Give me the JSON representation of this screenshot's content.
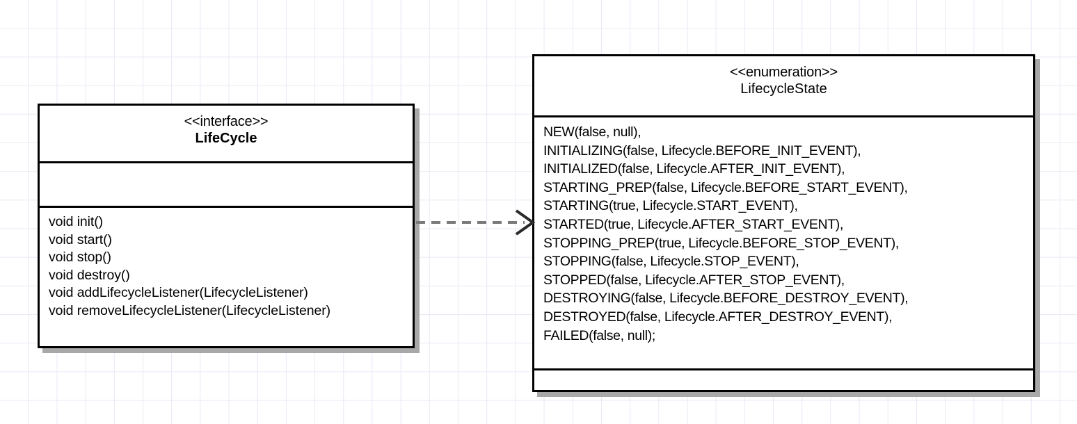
{
  "diagram": {
    "title": "LifeCycle / LifecycleState UML class diagram",
    "background": "#ffffff",
    "grid_color": "#e9e9f7",
    "border_color": "#000000",
    "shadow_color": "#a8a8a8",
    "connector_color": "#7a7a7a"
  },
  "interface_class": {
    "stereotype": "<<interface>>",
    "name": "LifeCycle",
    "attributes": [],
    "operations": [
      "void init()",
      "void start()",
      "void stop()",
      "void destroy()",
      "void addLifecycleListener(LifecycleListener)",
      "void removeLifecycleListener(LifecycleListener)"
    ]
  },
  "enumeration_class": {
    "stereotype": "<<enumeration>>",
    "name": "LifecycleState",
    "constants": [
      "NEW(false, null),",
      "INITIALIZING(false, Lifecycle.BEFORE_INIT_EVENT),",
      "INITIALIZED(false, Lifecycle.AFTER_INIT_EVENT),",
      "STARTING_PREP(false, Lifecycle.BEFORE_START_EVENT),",
      "STARTING(true, Lifecycle.START_EVENT),",
      "STARTED(true, Lifecycle.AFTER_START_EVENT),",
      "STOPPING_PREP(true, Lifecycle.BEFORE_STOP_EVENT),",
      "STOPPING(false, Lifecycle.STOP_EVENT),",
      "STOPPED(false, Lifecycle.AFTER_STOP_EVENT),",
      "DESTROYING(false, Lifecycle.BEFORE_DESTROY_EVENT),",
      "DESTROYED(false, Lifecycle.AFTER_DESTROY_EVENT),",
      "FAILED(false, null);"
    ],
    "operations": []
  },
  "connector": {
    "kind": "dependency-dashed-open-arrow",
    "from": "LifeCycle",
    "to": "LifecycleState",
    "label": ""
  }
}
